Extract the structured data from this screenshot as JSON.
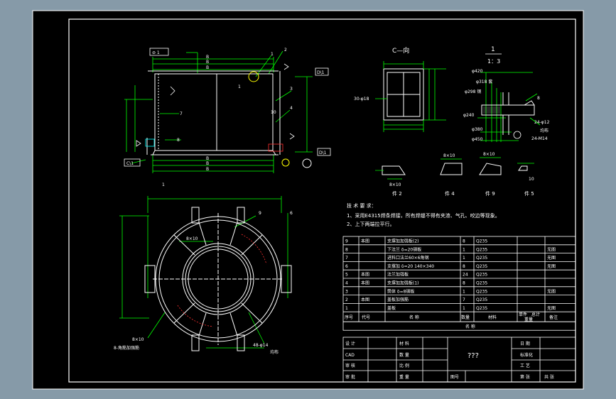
{
  "drawing": {
    "view_c_title": "C—向",
    "detail1_num": "1",
    "detail1_scale": "1：3",
    "front_labels": {
      "b_top1": "B",
      "b_top2": "B",
      "b_top3": "B",
      "n1": "1",
      "n2": "2",
      "n3": "3",
      "n4": "4",
      "n7": "7",
      "n8": "8",
      "n10": "10",
      "n1b": "1",
      "d_right_top": "D\\1",
      "d_right_bot": "D\\1",
      "b_bot1": "B",
      "b_bot2": "B",
      "b_bot3": "B",
      "left_top_box": "⊘ 1",
      "left_bot_box": "C\\1",
      "ref_a": "1"
    },
    "c_view_labels": {
      "left": "30-φ18"
    },
    "detail1_labels": {
      "d420": "φ420",
      "d318": "φ318 套",
      "d298": "φ298 钢",
      "d240": "φ240",
      "d380": "φ380",
      "d450": "φ450",
      "hole24": "24-φ12",
      "hole24b": "24-M14",
      "eq": "均布",
      "n8": "8"
    },
    "small_parts": [
      {
        "caption": "件 2",
        "dim": "8×10"
      },
      {
        "caption": "件 4",
        "dim": "8×10"
      },
      {
        "caption": "件 9",
        "dim": "8×10"
      },
      {
        "caption": "件 5",
        "dim": "10"
      }
    ],
    "plan_labels": {
      "n9": "9",
      "n6": "6",
      "left_dim": "8×10",
      "rib": "8-角筋加强筋",
      "n8": "8×10",
      "holes": "48-φ14",
      "eq": "均布"
    },
    "tech_req": {
      "title": "技 术 要 求：",
      "line1": "1、采用E4315焊条焊接，所有焊缝不得有夹渣、气孔、咬边等现象。",
      "line2": "2、上下两端拉平行。"
    }
  },
  "bom": {
    "rows": [
      {
        "no": "9",
        "code": "本图",
        "name": "支撑加加强板(2)",
        "qty": "8",
        "mat": "Q235",
        "note": ""
      },
      {
        "no": "8",
        "code": "",
        "name": "下法兰 δ=20钢板",
        "qty": "1",
        "mat": "Q235",
        "note": "无图"
      },
      {
        "no": "7",
        "code": "",
        "name": "进料口法兰60×6角钢",
        "qty": "1",
        "mat": "Q235",
        "note": "无图"
      },
      {
        "no": "6",
        "code": "",
        "name": "支撑加 δ=20 140×340",
        "qty": "8",
        "mat": "Q235",
        "note": "无图"
      },
      {
        "no": "5",
        "code": "本图",
        "name": "法兰加强板",
        "qty": "24",
        "mat": "Q235",
        "note": ""
      },
      {
        "no": "4",
        "code": "本图",
        "name": "支撑加加强板(1)",
        "qty": "8",
        "mat": "Q235",
        "note": ""
      },
      {
        "no": "3",
        "code": "",
        "name": "筒体 δ=8钢板",
        "qty": "1",
        "mat": "Q235",
        "note": "无图"
      },
      {
        "no": "2",
        "code": "本图",
        "name": "盖板加强筋",
        "qty": "7",
        "mat": "Q235",
        "note": ""
      },
      {
        "no": "1",
        "code": "",
        "name": "盖板",
        "qty": "1",
        "mat": "Q235",
        "note": "无图"
      }
    ],
    "header": {
      "no": "序号",
      "code": "代号",
      "name": "名 称",
      "qty": "数量",
      "mat": "材料",
      "unit": "单件",
      "total": "总计",
      "weight": "重量",
      "note": "备注"
    }
  },
  "title_block": {
    "design": "设 计",
    "cad": "CAD",
    "review": "审 核",
    "approve": "审 批",
    "material": "材 料",
    "qty": "数 量",
    "scale": "比 例",
    "weight": "重 量",
    "drawing_no": "图号",
    "name_label": "名 称",
    "name_value": "???",
    "date": "日 期",
    "standard": "标准化",
    "process": "工 艺",
    "page": "第 张",
    "total_pages": "共 张"
  },
  "colors": {
    "bg": "#869aa8",
    "paper": "#000000",
    "line": "#ffffff",
    "green": "#00ff00",
    "yellow": "#ffff00",
    "red": "#ff3030",
    "cyan": "#00ffff"
  }
}
